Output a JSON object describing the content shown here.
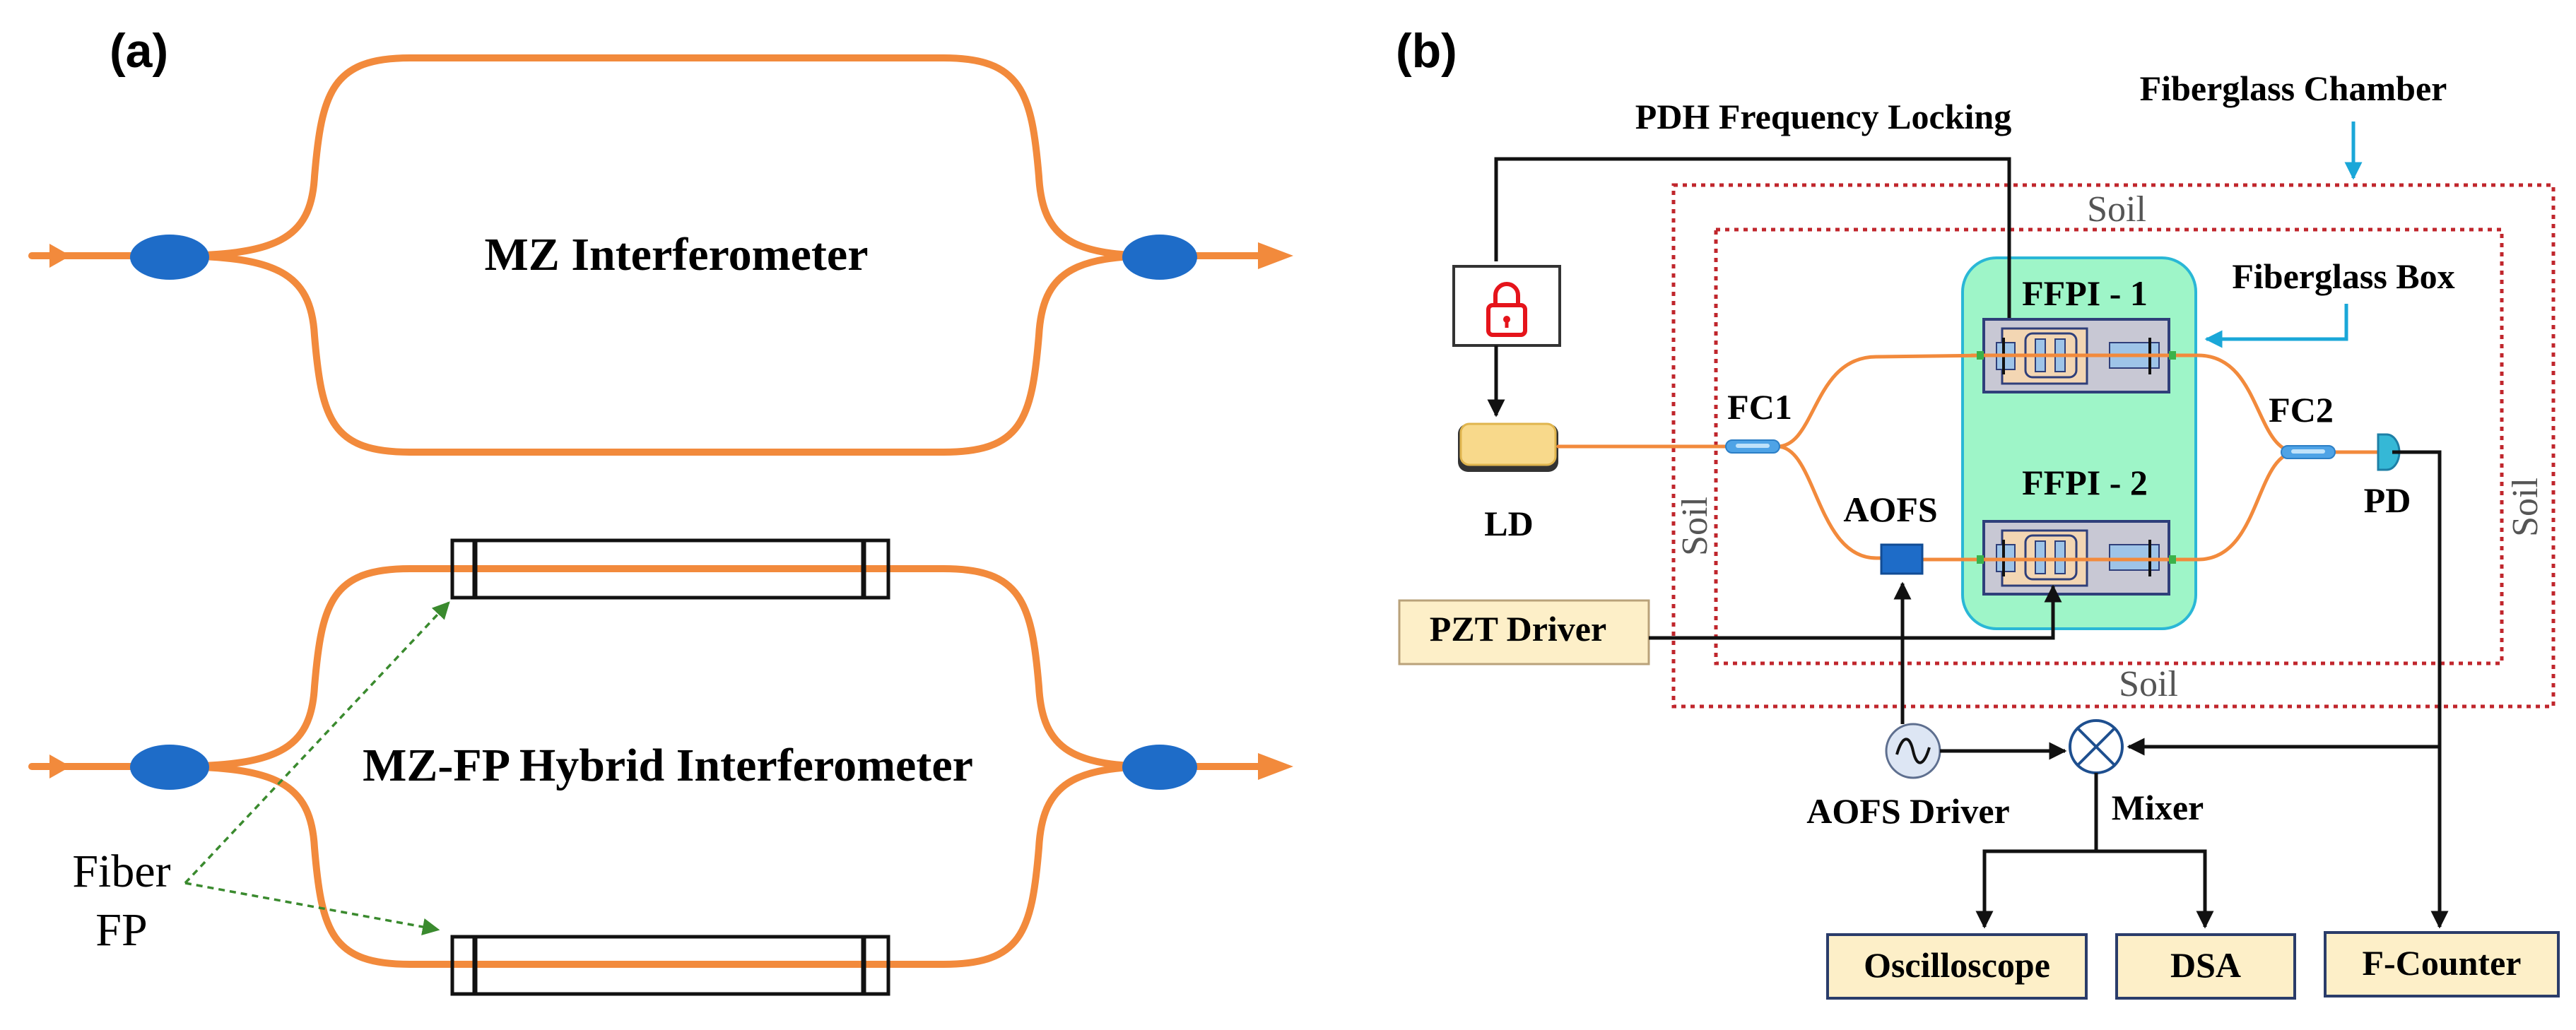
{
  "panel_a": {
    "label": "(a)",
    "mz_title": "MZ Interferometer",
    "hybrid_title": "MZ-FP Hybrid Interferometer",
    "fiber_fp_line1": "Fiber",
    "fiber_fp_line2": "FP"
  },
  "panel_b": {
    "label": "(b)",
    "pdh_label": "PDH Frequency Locking",
    "chamber_label": "Fiberglass Chamber",
    "box_label": "Fiberglass Box",
    "soil_top": "Soil",
    "soil_bottom": "Soil",
    "soil_left": "Soil",
    "soil_right": "Soil",
    "ffpi1": "FFPI - 1",
    "ffpi2": "FFPI - 2",
    "fc1": "FC1",
    "fc2": "FC2",
    "aofs": "AOFS",
    "ld": "LD",
    "pd": "PD",
    "pzt_driver": "PZT Driver",
    "aofs_driver": "AOFS Driver",
    "mixer": "Mixer",
    "oscilloscope": "Oscilloscope",
    "dsa": "DSA",
    "f_counter": "F-Counter"
  },
  "colors": {
    "fiber": "#F28A3C",
    "coupler": "#1E6CC8",
    "arrow_green": "#3A8A2E",
    "chamber_border": "#C0262C",
    "box_fill": "#9EF5C8",
    "box_border": "#2AB7D6",
    "pointer_cyan": "#1AA7D8",
    "instrument_fill": "#FDEFC8",
    "lock_red": "#E5141B"
  },
  "icons": [
    "lock-icon",
    "sine-wave-icon",
    "mixer-cross-icon"
  ]
}
